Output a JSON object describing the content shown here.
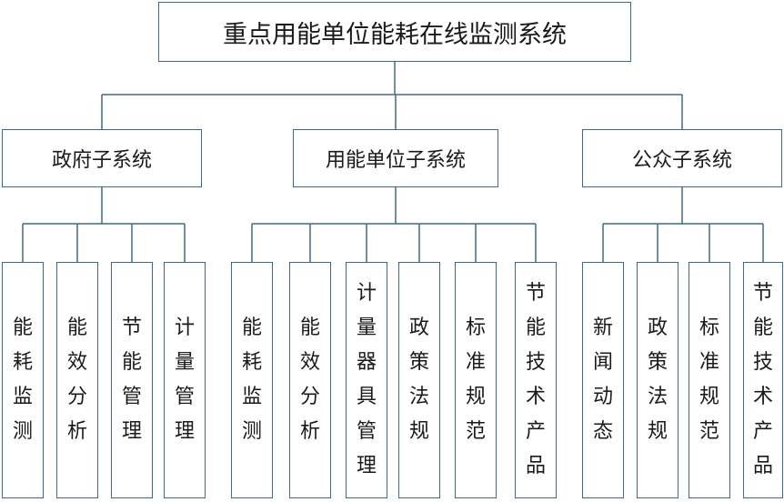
{
  "root": {
    "label": "重点用能单位能耗在线监测系统"
  },
  "subsystems": [
    {
      "label": "政府子系统",
      "modules": [
        "能耗监测",
        "能效分析",
        "节能管理",
        "计量管理"
      ]
    },
    {
      "label": "用能单位子系统",
      "modules": [
        "能耗监测",
        "能效分析",
        "计量器具管理",
        "政策法规",
        "标准规范",
        "节能技术产品"
      ]
    },
    {
      "label": "公众子系统",
      "modules": [
        "新闻动态",
        "政策法规",
        "标准规范",
        "节能技术产品"
      ]
    }
  ],
  "colors": {
    "border": "#3f6a86",
    "connector": "#3f6a86",
    "text": "#1a1a1a",
    "background": "#ffffff"
  }
}
